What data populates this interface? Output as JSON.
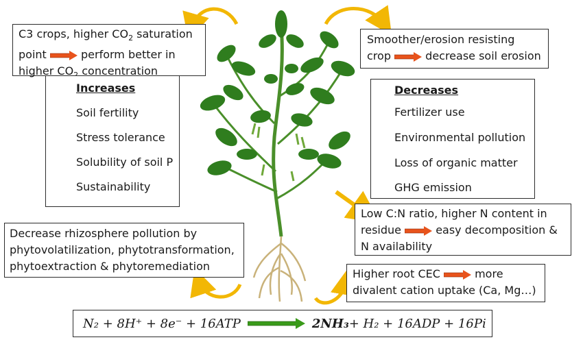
{
  "c3_box": {
    "line1": "C3 crops, higher CO",
    "line1_sub": "2",
    "line1_tail": " saturation",
    "line2_a": "point",
    "line2_b": "perform better in",
    "line3": "higher CO",
    "line3_sub": "2",
    "line3_tail": " concentration"
  },
  "erosion_box": {
    "line1": "Smoother/erosion resisting",
    "line2_a": "crop",
    "line2_b": "decrease soil erosion"
  },
  "increases": {
    "heading": "Increases",
    "items": [
      "Soil fertility",
      "Stress tolerance",
      "Solubility of soil P",
      "Sustainability"
    ]
  },
  "decreases": {
    "heading": "Decreases",
    "items": [
      "Fertilizer use",
      "Environmental pollution",
      "Loss of organic matter",
      "GHG emission"
    ]
  },
  "cn_box": {
    "line1": "Low C:N ratio, higher N content in",
    "line2_a": "residue",
    "line2_b": "easy decomposition &",
    "line3": "N availability"
  },
  "rhizo_box": {
    "line1": "Decrease rhizosphere pollution by",
    "line2": "phytovolatilization, phytotransformation,",
    "line3": "phytoextraction & phytoremediation"
  },
  "cec_box": {
    "line1_a": "Higher root CEC",
    "line1_b": "more",
    "line2": "divalent cation uptake (Ca, Mg…)"
  },
  "equation": {
    "lhs": "N₂ + 8H⁺ + 8e⁻ + 16ATP",
    "rhs_bold": "2NH₃",
    "rhs": " + H₂ + 16ADP + 16Pi"
  },
  "colors": {
    "orange_arrow": "#e8531c",
    "yellow_arrow": "#f2b705",
    "green_arrow": "#3a9a1a",
    "leaf": "#2f7d1e",
    "stem": "#4a8f2a",
    "root": "#c9b27a"
  }
}
